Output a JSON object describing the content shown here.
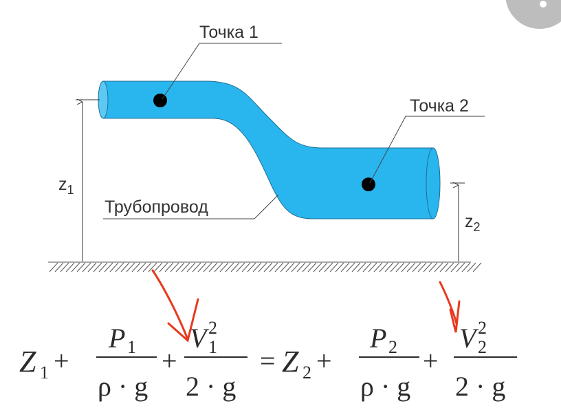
{
  "diagram": {
    "point1_label": "Точка 1",
    "point2_label": "Точка 2",
    "pipe_label": "Трубопровод",
    "z1_label": "z",
    "z1_sub": "1",
    "z2_label": "z",
    "z2_sub": "2",
    "pipe_color": "#29b6ef",
    "annotation_color": "#e8391e"
  },
  "formula": {
    "z1": "Z",
    "z1_sub": "1",
    "plus": "+",
    "p1": "P",
    "p1_sub": "1",
    "den_rho": "ρ · g",
    "v1": "V",
    "v1_sub": "1",
    "v_sup": "2",
    "den_2g": "2 · g",
    "equals": "=",
    "z2": "Z",
    "z2_sub": "2",
    "p2": "P",
    "p2_sub": "2",
    "v2": "V",
    "v2_sub": "2"
  }
}
